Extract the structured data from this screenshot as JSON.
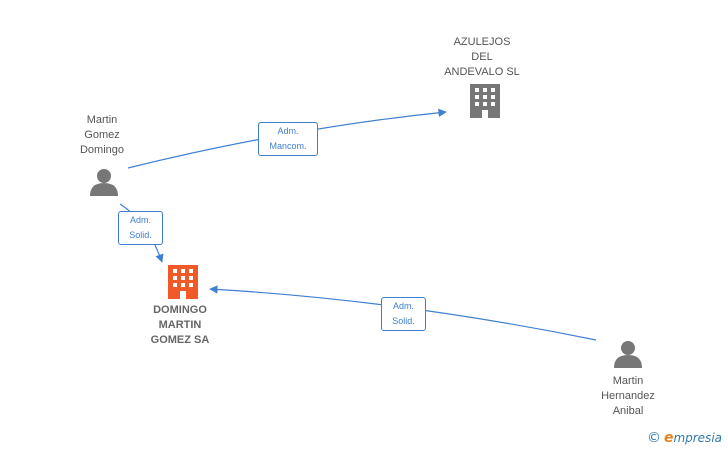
{
  "nodes": {
    "martin_gomez": {
      "label": "Martin\nGomez\nDomingo",
      "type": "person",
      "icon": "person-icon"
    },
    "azulejos": {
      "label": "AZULEJOS\nDEL\nANDEVALO SL",
      "type": "company",
      "icon": "building-icon"
    },
    "domingo": {
      "label": "DOMINGO\nMARTIN\nGOMEZ SA",
      "type": "company-main",
      "icon": "building-icon"
    },
    "martin_hernandez": {
      "label": "Martin\nHernandez\nAnibal",
      "type": "person",
      "icon": "person-icon"
    }
  },
  "edges": {
    "e1": {
      "label": "Adm.\nMancom."
    },
    "e2": {
      "label": "Adm.\nSolid."
    },
    "e3": {
      "label": "Adm.\nSolid."
    }
  },
  "colors": {
    "edge": "#3f7fd0",
    "person_icon": "#777777",
    "company_icon": "#777777",
    "main_company_icon": "#f05a28"
  },
  "footer": {
    "copyright": "©",
    "brand_e": "e",
    "brand_rest": "mpresia"
  }
}
